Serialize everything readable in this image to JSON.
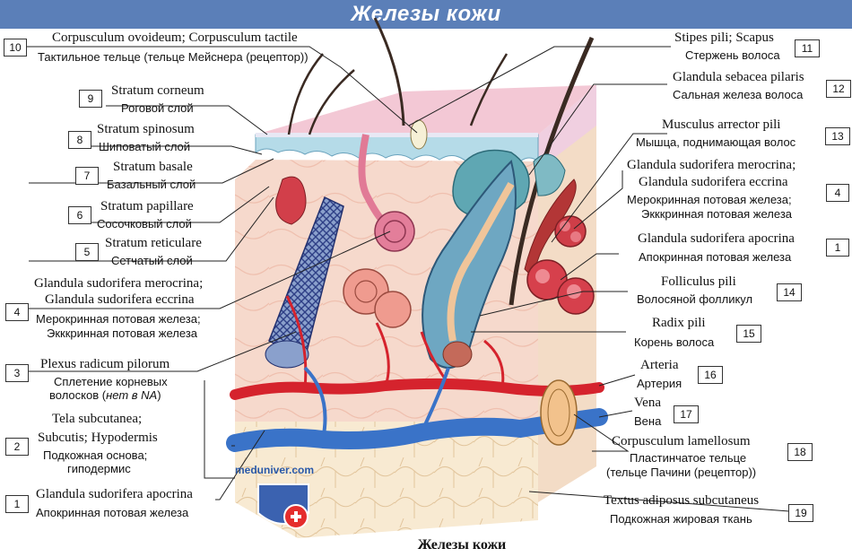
{
  "title": "Железы кожи",
  "caption": "Железы кожи",
  "watermark": "meduniver.com",
  "labels": {
    "l10": {
      "num": "10",
      "lat": "Corpusculum ovoideum; Corpusculum tactile",
      "ru": "Тактильное тельце (тельце Мейснера (рецептор))"
    },
    "l9": {
      "num": "9",
      "lat": "Stratum corneum",
      "ru": "Роговой слой"
    },
    "l8": {
      "num": "8",
      "lat": "Stratum spinosum",
      "ru": "Шиповатый слой"
    },
    "l7": {
      "num": "7",
      "lat": "Stratum basale",
      "ru": "Базальный слой"
    },
    "l6": {
      "num": "6",
      "lat": "Stratum papillare",
      "ru": "Сосочковый слой"
    },
    "l5": {
      "num": "5",
      "lat": "Stratum reticulare",
      "ru": "Сетчатый слой"
    },
    "l4L": {
      "num": "4",
      "lat1": "Glandula sudorifera merocrina;",
      "lat2": "Glandula sudorifera eccrina",
      "ru1": "Мерокринная потовая железа;",
      "ru2": "Экккринная потовая железа"
    },
    "l3": {
      "num": "3",
      "lat": "Plexus radicum pilorum",
      "ru1": "Сплетение корневых",
      "ru2a": "волосков (",
      "ru2b": "нет в NA",
      "ru2c": ")"
    },
    "l2": {
      "num": "2",
      "lat1": "Tela subcutanea;",
      "lat2": "Subcutis; Hypodermis",
      "ru1": "Подкожная основа;",
      "ru2": "гиподермис"
    },
    "l1L": {
      "num": "1",
      "lat": "Glandula sudorifera apocrina",
      "ru": "Апокринная потовая железа"
    },
    "l11": {
      "num": "11",
      "lat": "Stipes pili; Scapus",
      "ru": "Стержень волоса"
    },
    "l12": {
      "num": "12",
      "lat": "Glandula sebacea pilaris",
      "ru": "Сальная железа волоса"
    },
    "l13": {
      "num": "13",
      "lat": "Musculus arrector pili",
      "ru": "Мышца, поднимающая волос"
    },
    "l4R": {
      "num": "4",
      "lat1": "Glandula sudorifera merocrina;",
      "lat2": "Glandula sudorifera eccrina",
      "ru1": "Мерокринная потовая железа;",
      "ru2": "Экккринная потовая железа"
    },
    "l1R": {
      "num": "1",
      "lat": "Glandula sudorifera apocrina",
      "ru": "Апокринная потовая железа"
    },
    "l14": {
      "num": "14",
      "lat": "Folliculus pili",
      "ru": "Волосяной фолликул"
    },
    "l15": {
      "num": "15",
      "lat": "Radix pili",
      "ru": "Корень волоса"
    },
    "l16": {
      "num": "16",
      "lat": "Arteria",
      "ru": "Артерия"
    },
    "l17": {
      "num": "17",
      "lat": "Vena",
      "ru": "Вена"
    },
    "l18": {
      "num": "18",
      "lat": "Corpusculum lamellosum",
      "ru1": "Пластинчатое тельце",
      "ru2": "(тельце Пачини (рецептор))"
    },
    "l19": {
      "num": "19",
      "lat": "Textus adiposus subcutaneus",
      "ru": "Подкожная жировая ткань"
    }
  }
}
